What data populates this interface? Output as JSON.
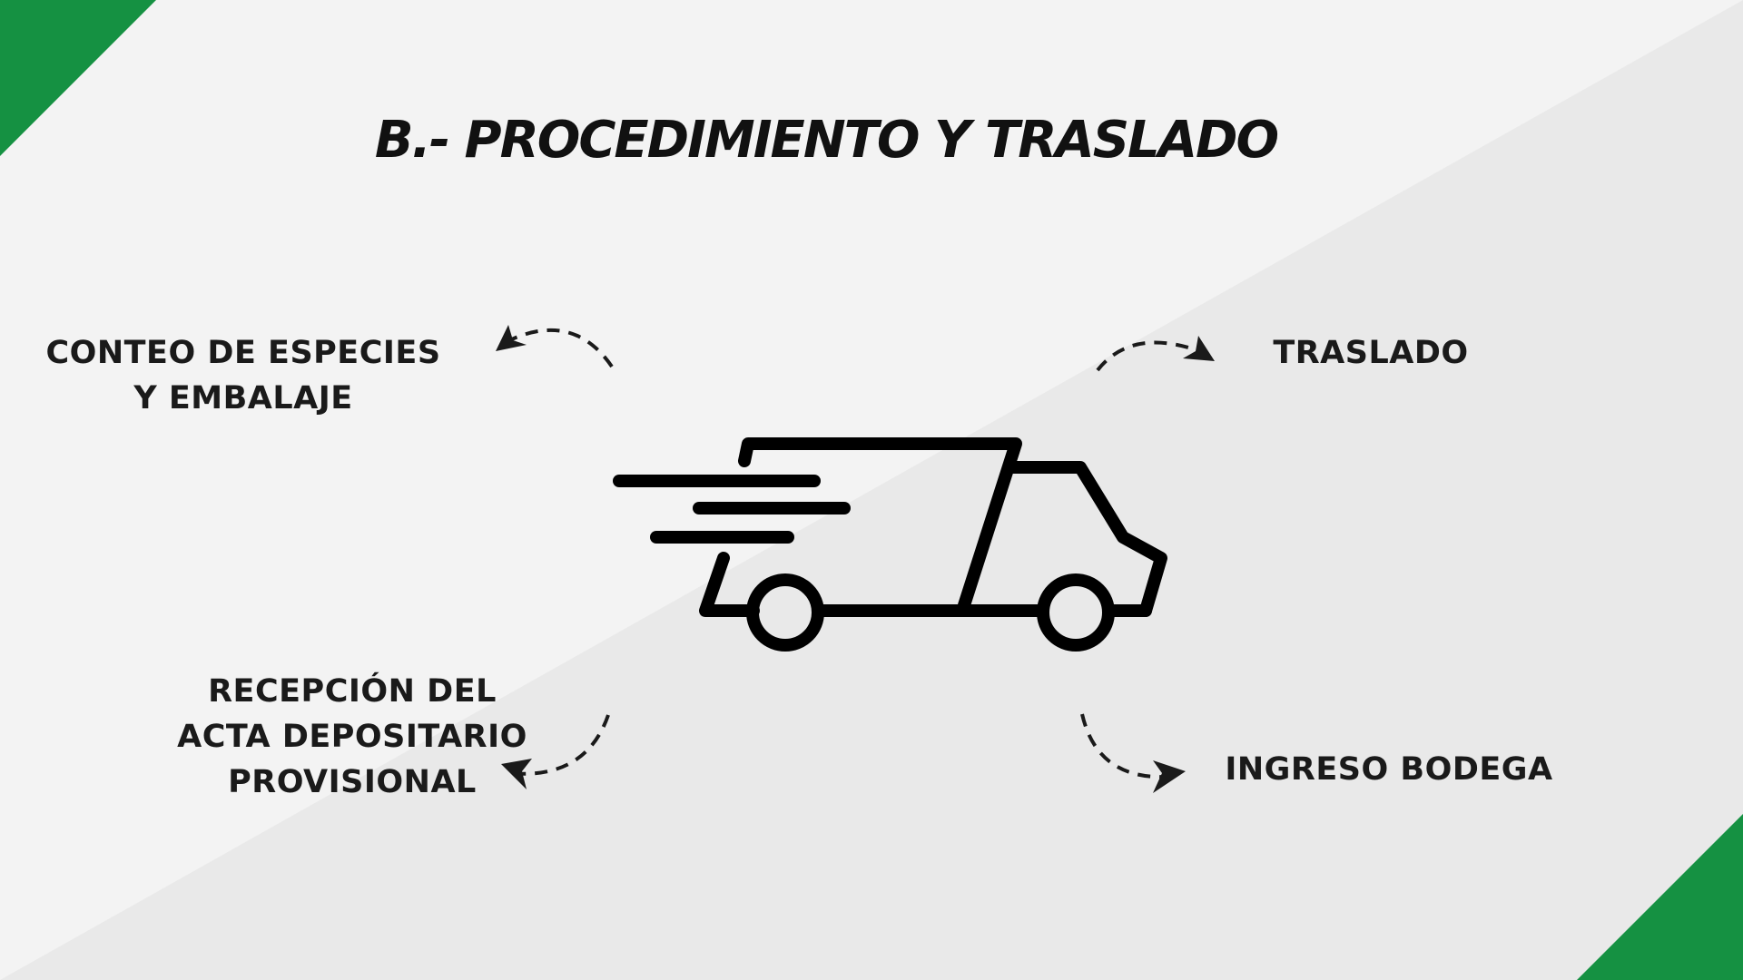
{
  "title": "B.- PROCEDIMIENTO Y TRASLADO",
  "steps": {
    "conteo": [
      "CONTEO DE ESPECIES",
      "Y EMBALAJE"
    ],
    "traslado": [
      "TRASLADO"
    ],
    "recepcion": [
      "RECEPCIÓN DEL",
      "ACTA DEPOSITARIO",
      "PROVISIONAL"
    ],
    "ingreso": [
      "INGRESO BODEGA"
    ]
  },
  "icons": {
    "center": "delivery-truck-icon",
    "arrows": "dashed-curved-arrow-icon"
  },
  "colors": {
    "background": "#f3f3f3",
    "background_diagonal": "#e9e9e9",
    "accent_green": "#159142",
    "text": "#111111"
  }
}
